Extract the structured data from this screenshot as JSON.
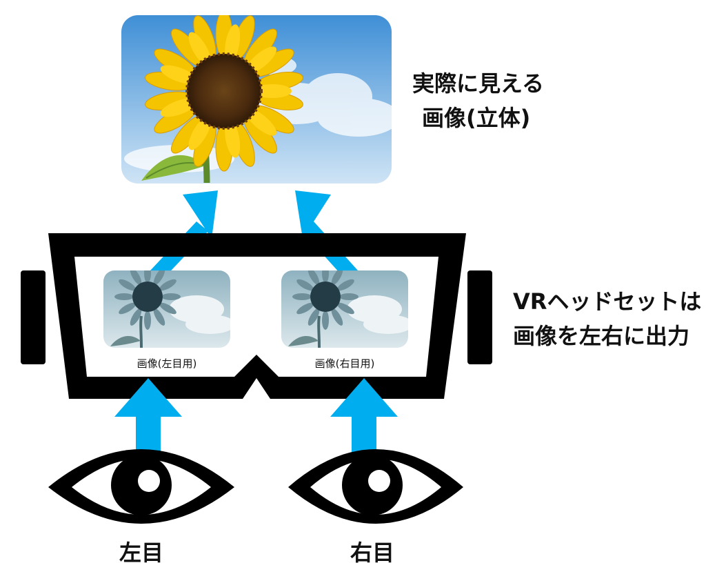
{
  "labels": {
    "result_line1": "実際に見える",
    "result_line2": "画像(立体)",
    "headset_line1": "VRヘッドセットは",
    "headset_line2": "画像を左右に出力",
    "left_image": "画像(左目用)",
    "right_image": "画像(右目用)",
    "left_eye": "左目",
    "right_eye": "右目"
  },
  "colors": {
    "arrow": "#00aeef",
    "headset": "#000000",
    "sky_top": "#4a96d8",
    "sky_bottom": "#cde3f4",
    "petal": "#f5c400",
    "flower_center": "#4a2a10"
  },
  "icons": [
    "sunflower-photo",
    "vr-headset-icon",
    "eye-icon",
    "arrow-up-icon"
  ]
}
